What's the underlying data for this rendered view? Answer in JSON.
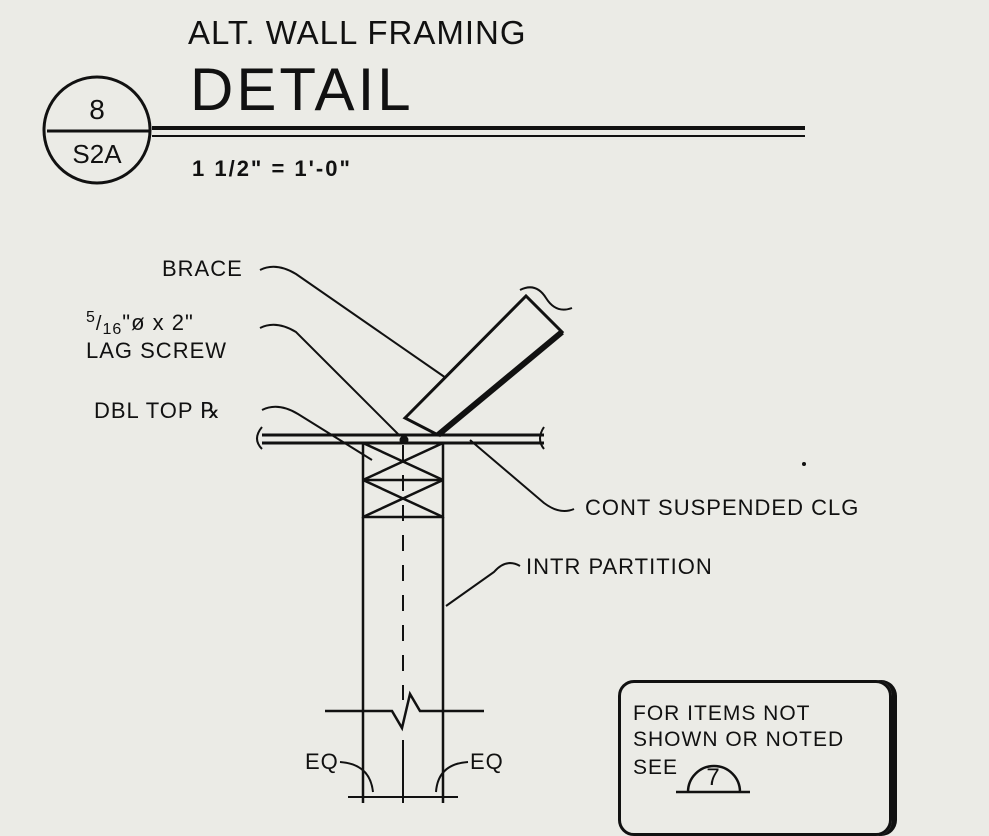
{
  "title": {
    "subtitle": "ALT. WALL FRAMING",
    "main": "DETAIL",
    "scale": "1 1/2\" = 1'-0\""
  },
  "detail_bubble": {
    "number": "8",
    "sheet": "S2A"
  },
  "labels": {
    "brace": "BRACE",
    "lag_screw_fraction_num": "5",
    "lag_screw_fraction_den": "16",
    "lag_screw_size": "\"ø x 2\"",
    "lag_screw_name": "LAG SCREW",
    "dbl_top_plate": "DBL TOP ℞",
    "cont_suspended_clg": "CONT SUSPENDED CLG",
    "intr_partition": "INTR PARTITION",
    "eq_left": "EQ",
    "eq_right": "EQ"
  },
  "note": {
    "line1": "FOR ITEMS NOT",
    "line2": "SHOWN OR NOTED",
    "line3": "SEE",
    "ref_number": "7"
  }
}
